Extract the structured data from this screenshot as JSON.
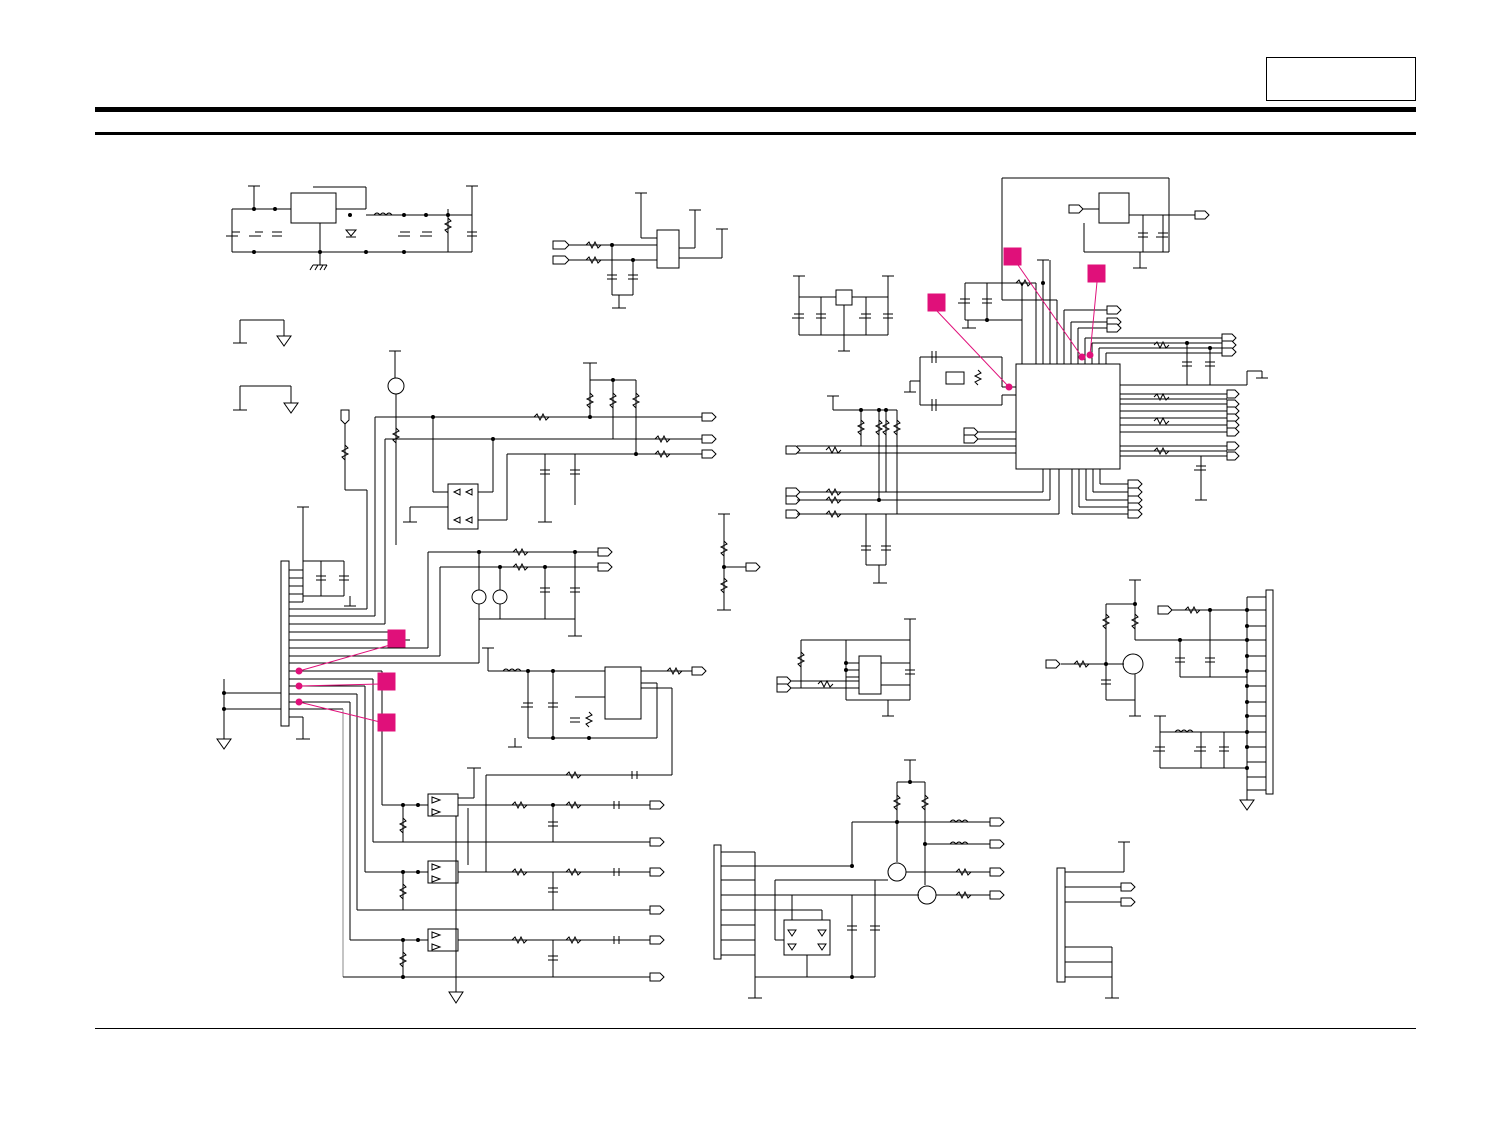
{
  "page": {
    "page_box_label": "",
    "has_header_rules": true
  },
  "colors": {
    "ink": "#000000",
    "marker": "#e0107a",
    "paper": "#ffffff"
  },
  "schematic": {
    "markers": [
      {
        "id": "m1",
        "label": ""
      },
      {
        "id": "m2",
        "label": ""
      },
      {
        "id": "m3",
        "label": ""
      },
      {
        "id": "m4",
        "label": ""
      },
      {
        "id": "m5",
        "label": ""
      },
      {
        "id": "m6",
        "label": ""
      }
    ],
    "blocks": [
      "power-regulator-block",
      "reset-ic-block",
      "ground-straps",
      "led-indicator-block",
      "main-connector-block",
      "bridge-rectifier-block",
      "optocoupler-block",
      "audio-amp-block",
      "output-driver-block",
      "bias-divider-block",
      "microcontroller-block",
      "eeprom-block",
      "video-transistor-block",
      "signal-transistor-block",
      "pin-header-block"
    ]
  }
}
